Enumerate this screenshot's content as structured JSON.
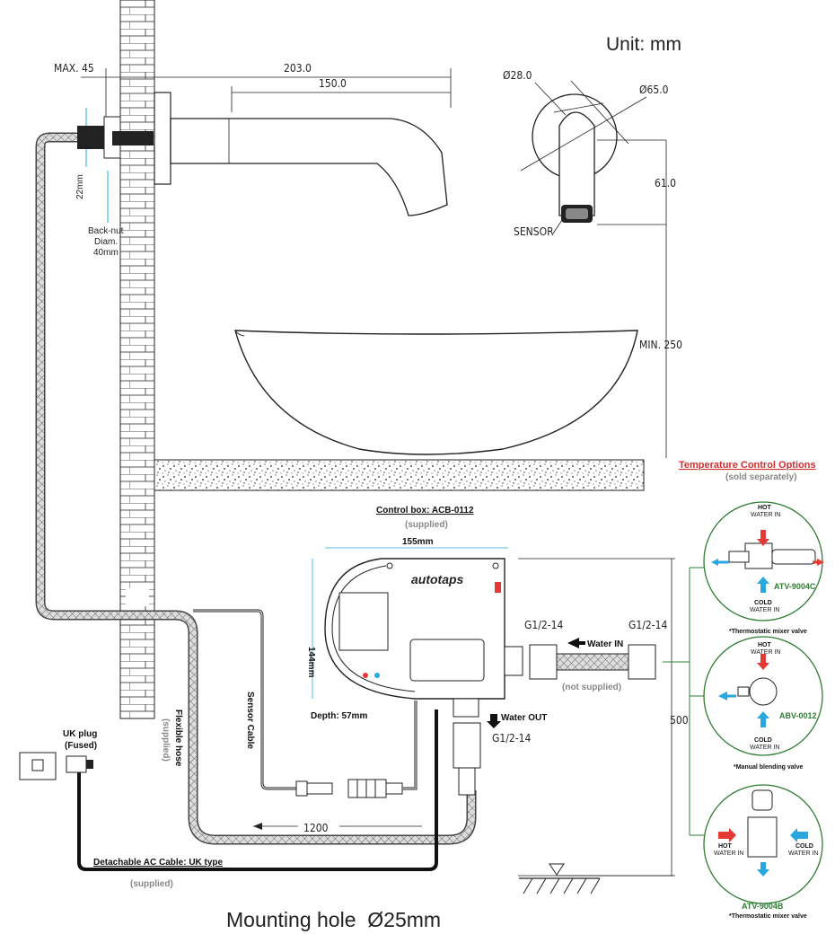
{
  "header": {
    "unit": "Unit: mm"
  },
  "dimensions": {
    "max_wall": "MAX. 45",
    "spout_total": "203.0",
    "spout_reach": "150.0",
    "outlet_diam": "Ø28.0",
    "flange_diam": "Ø65.0",
    "spout_height": "61.0",
    "min_clearance": "MIN. 250",
    "nut_height": "22mm",
    "box_height": "500",
    "cable_length": "1200"
  },
  "labels": {
    "back_nut": [
      "Back-nut",
      "Diam.",
      "40mm"
    ],
    "sensor": "SENSOR",
    "control_box_title": "Control box: ACB-0112",
    "control_box_supplied": "(supplied)",
    "box_width": "155mm",
    "box_height": "144mm",
    "box_depth": "Depth: 57mm",
    "brand": "autotaps",
    "g_left": "G1/2-14",
    "g_right": "G1/2-14",
    "g_out": "G1/2-14",
    "water_in": "Water IN",
    "water_out": "Water OUT",
    "not_supplied": "(not supplied)",
    "sensor_cable": "Sensor Cable",
    "flexible_hose": "Flexible hose",
    "flexible_hose_supplied": "(supplied)",
    "uk_plug": [
      "UK plug",
      "(Fused)"
    ],
    "ac_cable": "Detachable AC Cable: UK type",
    "ac_cable_supplied": "(supplied)",
    "mounting_hole": "Mounting hole  Ø25mm"
  },
  "temperature_options": {
    "title": "Temperature Control Options",
    "subtitle": "(sold separately)",
    "options": [
      {
        "model": "ATV-9004C",
        "hot": [
          "HOT",
          "WATER IN"
        ],
        "cold": [
          "COLD",
          "WATER IN"
        ],
        "caption": "*Thermostatic mixer valve"
      },
      {
        "model": "ABV-0012",
        "hot": [
          "HOT",
          "WATER IN"
        ],
        "cold": [
          "COLD",
          "WATER IN"
        ],
        "caption": "*Manual blending valve"
      },
      {
        "model": "ATV-9004B",
        "hot": [
          "HOT",
          "WATER IN"
        ],
        "cold": [
          "COLD",
          "WATER IN"
        ],
        "caption": "*Thermostatic mixer valve"
      }
    ]
  },
  "colors": {
    "hot": "#e53935",
    "cold": "#29a8e0",
    "accent": "#d32f2f",
    "green": "#2e7d32",
    "dim_blue": "#29a8e0"
  }
}
